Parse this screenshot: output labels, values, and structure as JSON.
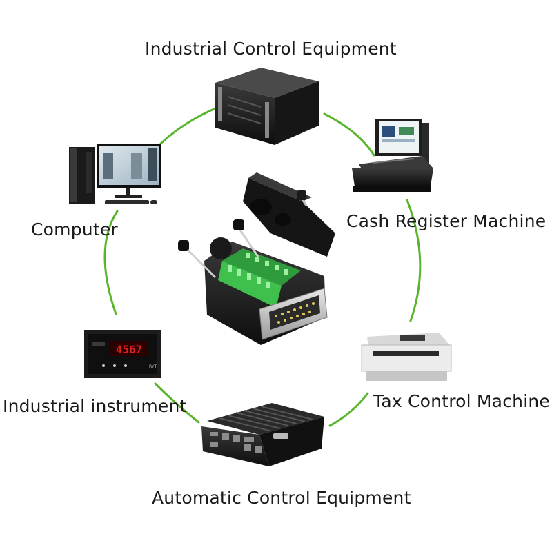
{
  "labels": {
    "industrial_control": "Industrial Control Equipment",
    "cash_register": "Cash Register Machine",
    "tax_control": "Tax Control Machine",
    "automatic_control": "Automatic Control Equipment",
    "industrial_instrument": "Industrial instrument",
    "computer": "Computer"
  },
  "instrument_display": "4567",
  "instrument_brand": "RYT",
  "colors": {
    "ring": "#5ab52e",
    "terminal": "#3fbf4b",
    "housing": "#1b1b1b",
    "display": "#e0201c"
  }
}
